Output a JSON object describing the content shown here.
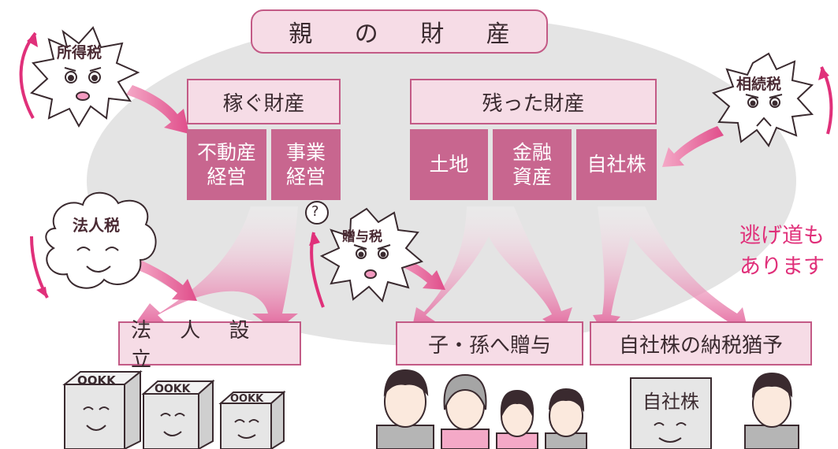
{
  "title": "親 の 財 産",
  "categories": {
    "earning": "稼ぐ財産",
    "remaining": "残った財産"
  },
  "assets": {
    "realestate": [
      "不動産",
      "経営"
    ],
    "business": [
      "事業",
      "経営"
    ],
    "land": "土地",
    "financial": [
      "金融",
      "資産"
    ],
    "company_stock": "自社株"
  },
  "outcomes": {
    "incorporate": "法 人 設 立",
    "gift_children": "子・孫へ贈与",
    "deferral": "自社株の納税猶予"
  },
  "taxes": {
    "income": "所得税",
    "inheritance": "相続税",
    "corporate": "法人税",
    "gift": "贈与税"
  },
  "escape_note": [
    "逃げ道も",
    "あります"
  ],
  "question_mark": "?",
  "buildings": {
    "label_1": "OOKK",
    "label_2": "OOKK",
    "label_3": "OOKK"
  },
  "stock_document": "自社株",
  "colors": {
    "accent": "#c8668f",
    "light_pink": "#f6dce6",
    "oval": "#e4e4e4",
    "red_text": "#e0307a"
  }
}
